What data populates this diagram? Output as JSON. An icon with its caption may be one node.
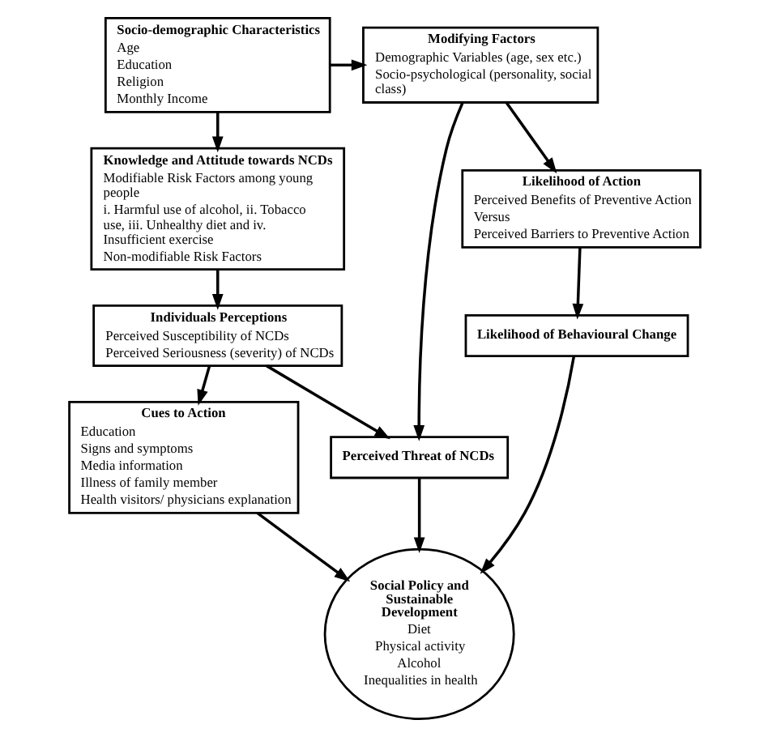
{
  "diagram": {
    "nodes": [
      {
        "text": [
          "Socio-demographic Characteristics",
          "Age",
          "Education",
          "Religion",
          "Monthly Income"
        ]
      },
      {
        "text": [
          "Modifying Factors",
          "Demographic Variables (age, sex etc.)",
          "Socio-psychological (personality, social class)"
        ]
      },
      {
        "text": [
          "Knowledge and Attitude towards NCDs",
          "Modifiable Risk Factors among young people",
          "i. Harmful use of alcohol, ii. Tobacco use, iii. Unhealthy diet and iv. Insufficient exercise",
          "Non-modifiable Risk Factors"
        ]
      },
      {
        "text": [
          "Likelihood of Action",
          "Perceived Benefits of Preventive Action",
          "Versus",
          "Perceived Barriers to Preventive Action"
        ]
      },
      {
        "text": [
          "Likelihood of Behavioural Change"
        ]
      },
      {
        "text": [
          "Individuals Perceptions",
          "Perceived Susceptibility of NCDs",
          "Perceived Seriousness (severity) of NCDs"
        ]
      },
      {
        "text": [
          "Perceived Threat of NCDs"
        ]
      },
      {
        "text": [
          "Cues to Action",
          "Education",
          "Signs and symptoms",
          "Media information",
          "Illness of family member",
          "Health visitors/ physicians explanation"
        ]
      },
      {
        "text": [
          "Social Policy and Sustainable Development",
          "Diet",
          "Physical activity",
          "Alcohol",
          "Inequalities in health"
        ]
      }
    ],
    "edges": [
      {
        "from": 0,
        "to": 1,
        "arrow": "to"
      },
      {
        "from": 0,
        "to": 2,
        "arrow": "to"
      },
      {
        "from": 1,
        "to": 3,
        "arrow": "to"
      },
      {
        "from": 1,
        "to": 6,
        "arrow": "to"
      },
      {
        "from": 2,
        "to": 5,
        "arrow": "to"
      },
      {
        "from": 3,
        "to": 4,
        "arrow": "to"
      },
      {
        "from": 5,
        "to": 6,
        "arrow": "to"
      },
      {
        "from": 5,
        "to": 7,
        "arrow": "to"
      },
      {
        "from": 4,
        "to": 8,
        "arrow": "to"
      },
      {
        "from": 6,
        "to": 8,
        "arrow": "to"
      },
      {
        "from": 7,
        "to": 8,
        "arrow": "to"
      }
    ]
  }
}
